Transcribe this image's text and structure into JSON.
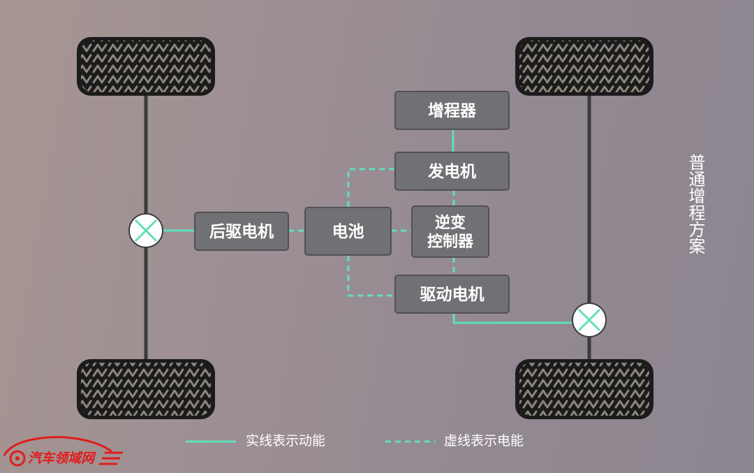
{
  "title": "普通增程方案",
  "components": {
    "range_extender": "增程器",
    "generator": "发电机",
    "inverter_line1": "逆变",
    "inverter_line2": "控制器",
    "battery": "电池",
    "rear_motor": "后驱电机",
    "drive_motor": "驱动电机"
  },
  "legend": {
    "solid_label": "实线表示动能",
    "dashed_label": "虚线表示电能"
  },
  "watermark": "汽车领域网",
  "colors": {
    "energy_line": "#5fe0bd",
    "box_fill": "#717074",
    "box_border": "#515055",
    "tire": "#1a1a1a",
    "axle": "#3a3a3c",
    "logo": "#e21b1b"
  }
}
